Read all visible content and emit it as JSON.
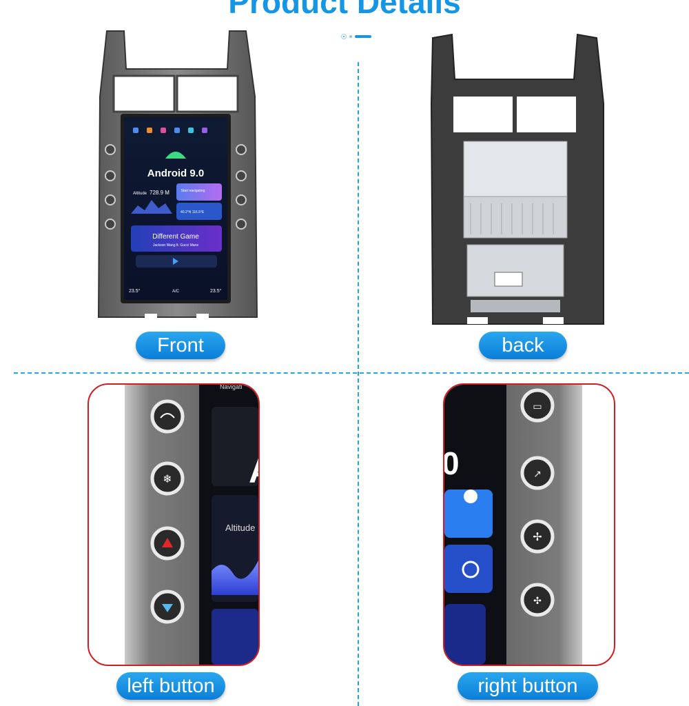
{
  "title": "Product Details",
  "labels": {
    "front": "Front",
    "back": "back",
    "left": "left button",
    "right": "right button"
  },
  "screen": {
    "android": "Android 9.0",
    "altitude_label": "Altitude",
    "altitude_value": "728.9 M",
    "nav_start": "Start navigating",
    "coords": "40.2°N  116.5°E",
    "song": "Different Game",
    "artist": "Jackson Wang ft. Gucci Mane",
    "temp_left": "23.5°",
    "temp_right": "23.5°",
    "ac": "A/C",
    "zoom_altitude": "Altitude",
    "zoom_nav": "Navigati"
  },
  "colors": {
    "accent": "#1496e6",
    "panel_border": "#d01c22",
    "divider": "#1fa7e2"
  }
}
